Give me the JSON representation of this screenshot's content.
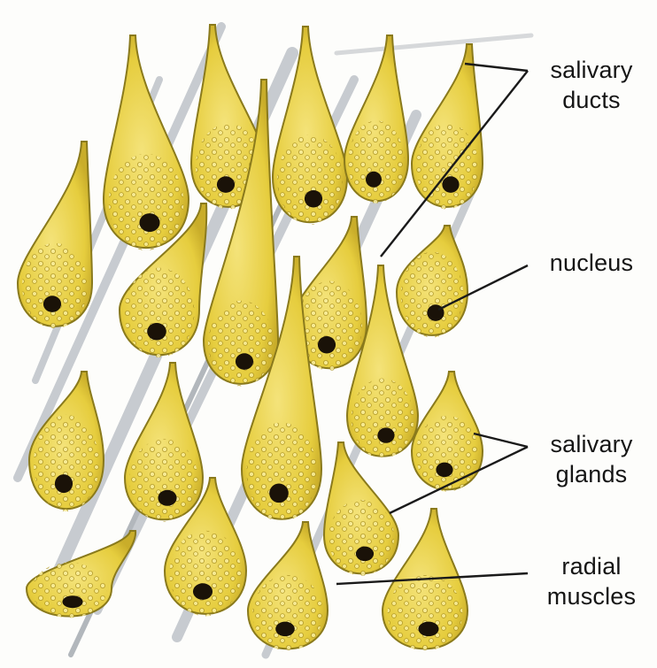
{
  "labels": {
    "salivary_ducts": [
      "salivary",
      "ducts"
    ],
    "nucleus": [
      "nucleus"
    ],
    "salivary_glands": [
      "salivary",
      "glands"
    ],
    "radial_muscles": [
      "radial",
      "muscles"
    ]
  },
  "colors": {
    "cell_fill": "#e8d24a",
    "cell_outline": "#8a7a1c",
    "granule": "#b59a22",
    "nucleus": "#1a1208",
    "muscle_fiber": "#b8bcc2",
    "leader_line": "#1a1a1a"
  }
}
